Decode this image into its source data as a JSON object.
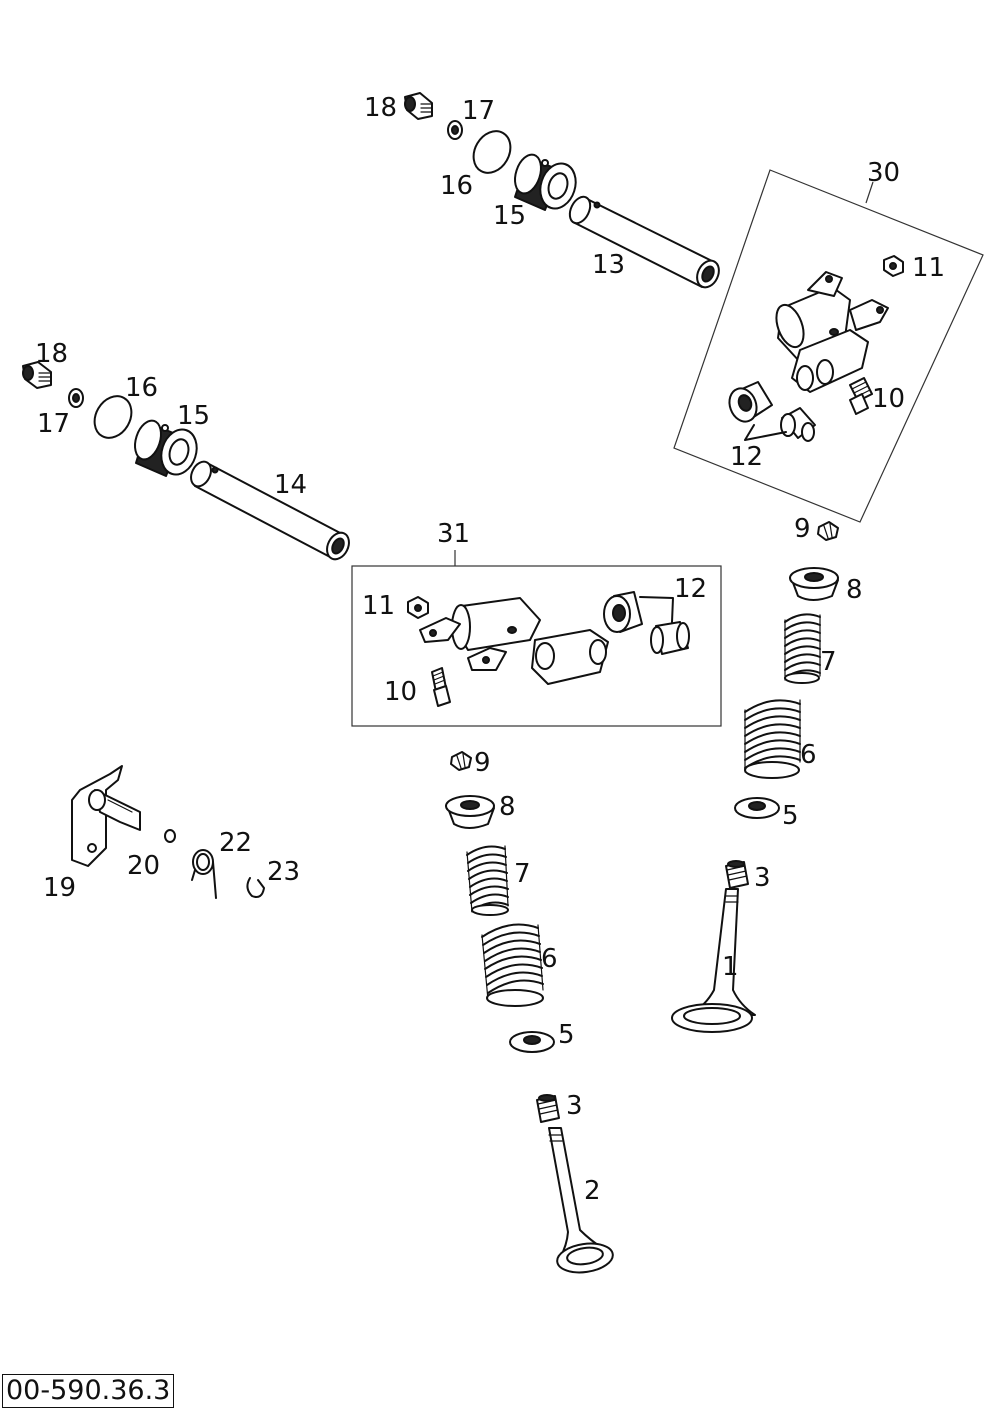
{
  "diagram": {
    "code": "00-590.36.3",
    "callouts": [
      {
        "id": "18a",
        "text": "18"
      },
      {
        "id": "17a",
        "text": "17"
      },
      {
        "id": "16a",
        "text": "16"
      },
      {
        "id": "15a",
        "text": "15"
      },
      {
        "id": "13",
        "text": "13"
      },
      {
        "id": "30",
        "text": "30"
      },
      {
        "id": "11a",
        "text": "11"
      },
      {
        "id": "10a",
        "text": "10"
      },
      {
        "id": "12a",
        "text": "12"
      },
      {
        "id": "18b",
        "text": "18"
      },
      {
        "id": "17b",
        "text": "17"
      },
      {
        "id": "16b",
        "text": "16"
      },
      {
        "id": "15b",
        "text": "15"
      },
      {
        "id": "14",
        "text": "14"
      },
      {
        "id": "31",
        "text": "31"
      },
      {
        "id": "11b",
        "text": "11"
      },
      {
        "id": "12b",
        "text": "12"
      },
      {
        "id": "10b",
        "text": "10"
      },
      {
        "id": "9a",
        "text": "9"
      },
      {
        "id": "8a",
        "text": "8"
      },
      {
        "id": "7a",
        "text": "7"
      },
      {
        "id": "6a",
        "text": "6"
      },
      {
        "id": "5a",
        "text": "5"
      },
      {
        "id": "3a",
        "text": "3"
      },
      {
        "id": "1",
        "text": "1"
      },
      {
        "id": "9b",
        "text": "9"
      },
      {
        "id": "8b",
        "text": "8"
      },
      {
        "id": "7b",
        "text": "7"
      },
      {
        "id": "6b",
        "text": "6"
      },
      {
        "id": "5b",
        "text": "5"
      },
      {
        "id": "3b",
        "text": "3"
      },
      {
        "id": "2",
        "text": "2"
      },
      {
        "id": "19",
        "text": "19"
      },
      {
        "id": "20",
        "text": "20"
      },
      {
        "id": "22",
        "text": "22"
      },
      {
        "id": "23",
        "text": "23"
      }
    ]
  }
}
